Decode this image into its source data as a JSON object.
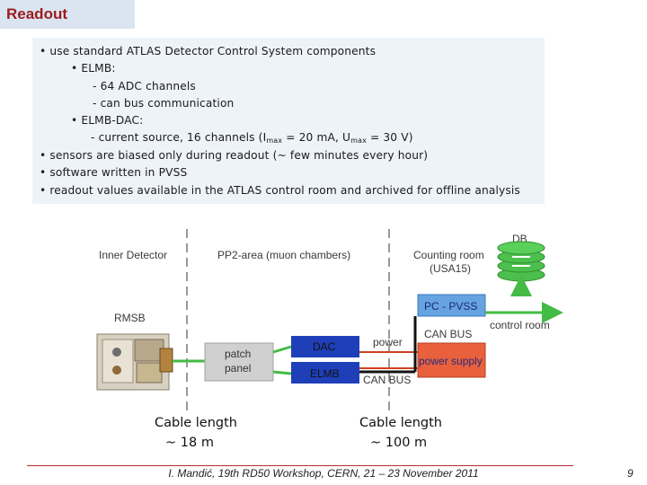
{
  "title": "Readout",
  "bullets": {
    "l1": "• use standard ATLAS Detector Control System components",
    "l2": "• ELMB:",
    "l3": "- 64 ADC channels",
    "l4": "- can bus communication",
    "l5": "• ELMB-DAC:",
    "l6_a": "- current source, 16 channels  (I",
    "l6_sub1": "max",
    "l6_b": " = 20 mA, U",
    "l6_sub2": "max",
    "l6_c": " = 30 V)",
    "l7": "• sensors are biased only during readout (~ few minutes every hour)",
    "l8": "• software written in PVSS",
    "l9": "• readout values available in the ATLAS control room and archived for offline analysis"
  },
  "diagram": {
    "inner_detector": "Inner Detector",
    "pp2_area": "PP2-area (muon chambers)",
    "counting_room_1": "Counting room",
    "counting_room_2": "(USA15)",
    "db": "DB",
    "rmsb": "RMSB",
    "pc_pvss": "PC - PVSS",
    "control_room": "control room",
    "can_bus_top": "CAN BUS",
    "power": "power",
    "dac": "DAC",
    "patch_1": "patch",
    "patch_2": "panel",
    "power_supply": "power supply",
    "elmb": "ELMB",
    "can_bus_bottom": "CAN BUS"
  },
  "cable": {
    "left_1": "Cable length",
    "left_2": "~ 18 m",
    "right_1": "Cable length",
    "right_2": "~ 100 m"
  },
  "footer": "I. Mandić, 19th RD50 Workshop, CERN, 21 – 23 November 2011",
  "page_number": "9",
  "colors": {
    "title_text": "#9b1c1c",
    "title_bg": "#dbe5f1",
    "box_blue": "#1f3fb8",
    "pc_box": "#66a3e0",
    "power_supply": "#e8603c",
    "db_green": "#4cbf4c",
    "arrow_green": "#44bb44"
  }
}
